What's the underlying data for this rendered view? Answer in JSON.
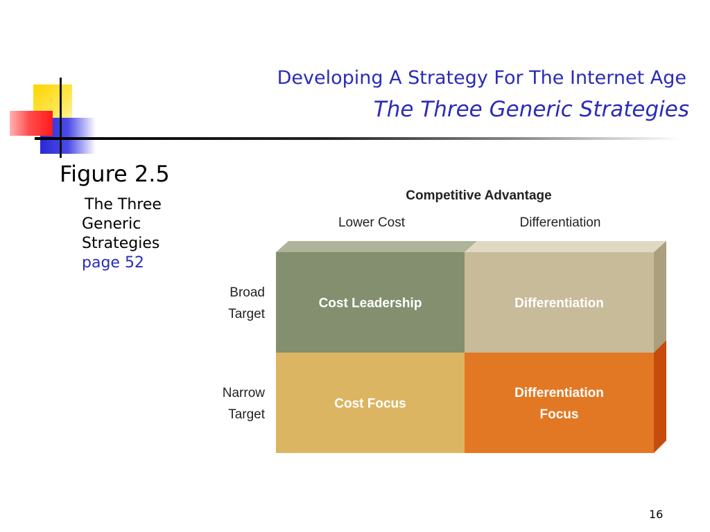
{
  "slide": {
    "title": "Developing A Strategy For The Internet Age",
    "subtitle": "The Three Generic Strategies",
    "figure_heading": "Figure 2.5",
    "caption_lines": [
      "The Three",
      "Generic",
      "Strategies"
    ],
    "page_ref": "page 52",
    "page_number": "16"
  },
  "matrix": {
    "header": "Competitive Advantage",
    "columns": [
      "Lower Cost",
      "Differentiation"
    ],
    "rows": [
      {
        "label_lines": [
          "Broad",
          "Target"
        ]
      },
      {
        "label_lines": [
          "Narrow",
          "Target"
        ]
      }
    ],
    "cells": [
      {
        "lines": [
          "Cost Leadership"
        ],
        "color": "#838f6e"
      },
      {
        "lines": [
          "Differentiation"
        ],
        "color": "#c8bb9a"
      },
      {
        "lines": [
          "Cost Focus"
        ],
        "color": "#dbb562"
      },
      {
        "lines": [
          "Differentiation",
          "Focus"
        ],
        "color": "#e37824"
      }
    ],
    "side_colors": [
      "#aba07e",
      "#c64c0d"
    ],
    "top_colors": [
      "#adb49a",
      "#e1d8c3"
    ]
  }
}
